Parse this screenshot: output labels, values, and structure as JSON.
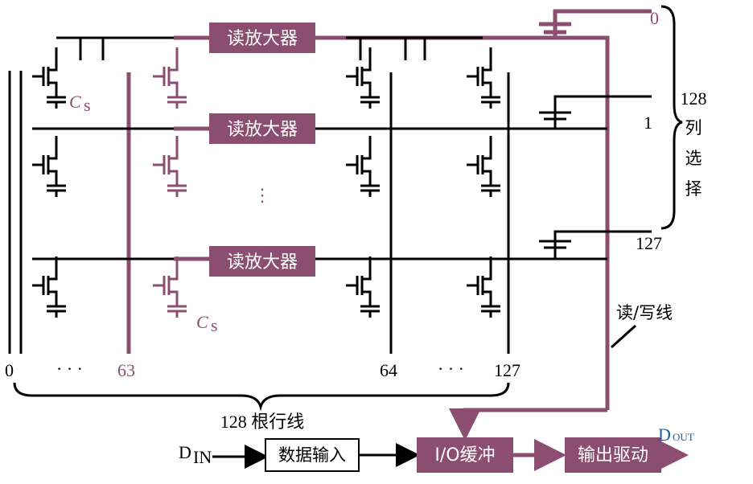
{
  "sense_amp_label": "读放大器",
  "cap_label": "C",
  "cap_sub": "s",
  "column_labels": {
    "c0": "0",
    "c63": "63",
    "c64": "64",
    "c127": "127",
    "dots": "· · ·"
  },
  "bracket_bottom_label": "128 根行线",
  "select_labels": {
    "s0": "0",
    "s1": "1",
    "s127": "127"
  },
  "select_brace_label": [
    "128",
    "列",
    "选",
    "择"
  ],
  "rw_line_label": "读/写线",
  "din_label": "D",
  "din_sub": "IN",
  "dout_label": "D",
  "dout_sub": "OUT",
  "blocks": {
    "data_input": "数据输入",
    "io_buffer": "I/O缓冲",
    "output_driver": "输出驱动"
  },
  "colors": {
    "accent": "#8b4e71",
    "line": "#000000",
    "dout": "#1f5c99"
  }
}
